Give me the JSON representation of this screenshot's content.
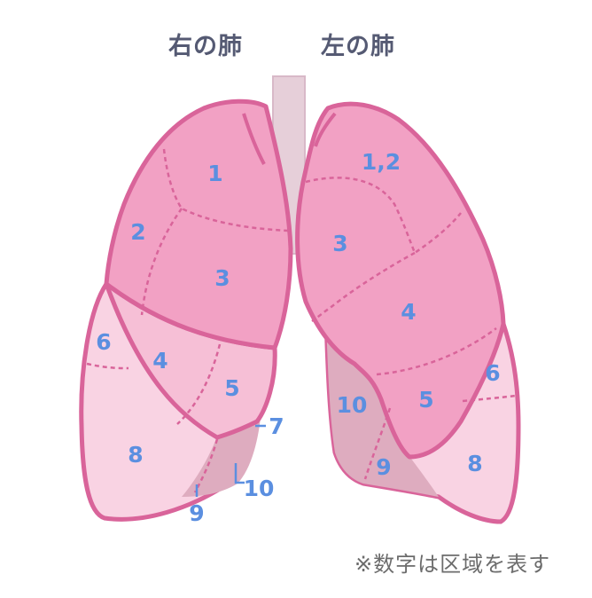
{
  "titles": {
    "right_lung": "右の肺",
    "left_lung": "左の肺"
  },
  "footnote": "※数字は区域を表す",
  "segments": {
    "right": {
      "s1": "1",
      "s2": "2",
      "s3": "3",
      "s4": "4",
      "s5": "5",
      "s6": "6",
      "s7": "7",
      "s8": "8",
      "s9": "9",
      "s10": "10"
    },
    "left": {
      "s12": "1,2",
      "s3": "3",
      "s4": "4",
      "s5": "5",
      "s6": "6",
      "s8": "8",
      "s9": "9",
      "s10": "10"
    }
  },
  "colors": {
    "outline": "#d9649a",
    "upper_lobe": "#f2a1c4",
    "middle_lobe": "#f6bfd6",
    "lower_lobe": "#f9d3e3",
    "lower_dark": "#deacbf",
    "trachea": "#e6cfd9",
    "label": "#5b8fe0"
  }
}
